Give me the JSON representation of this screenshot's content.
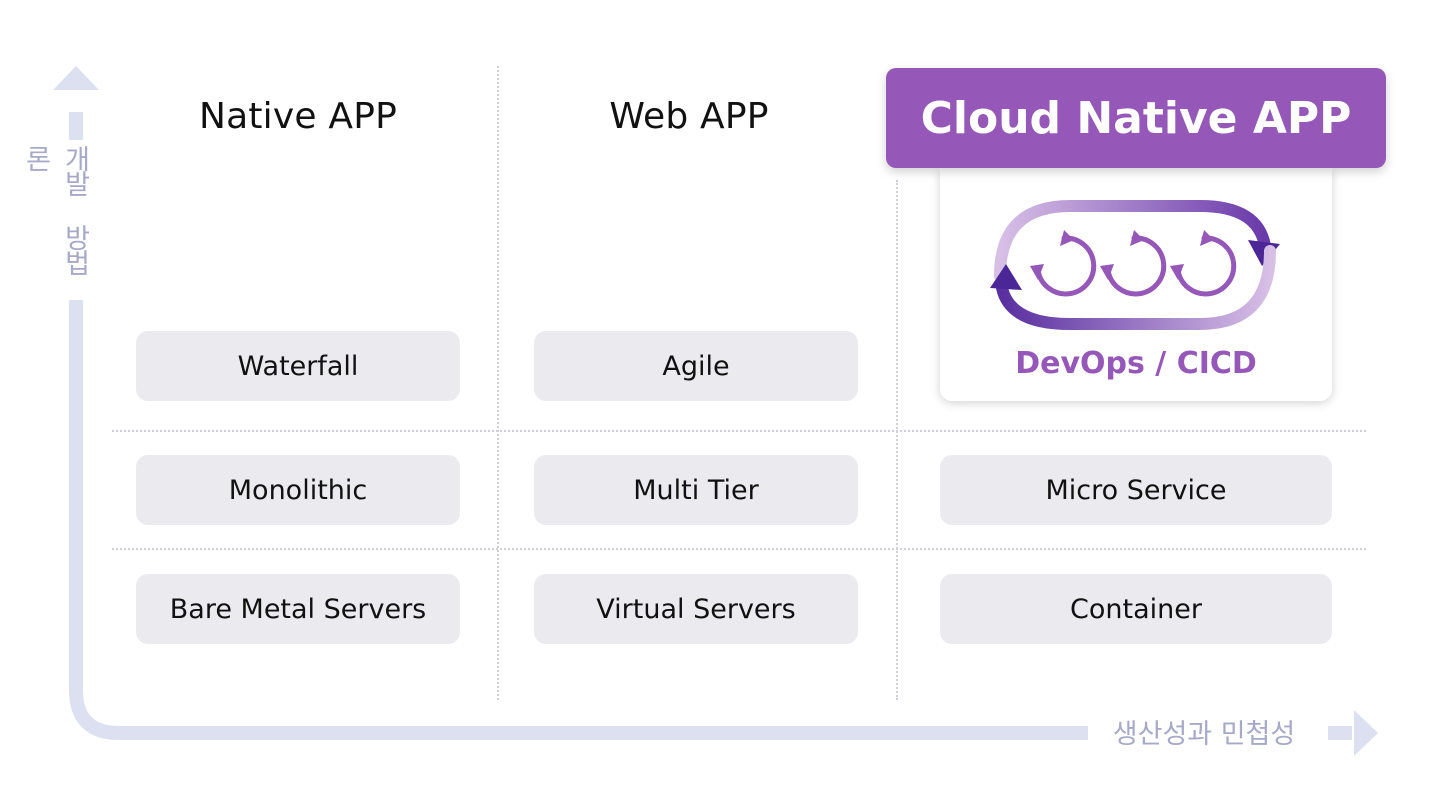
{
  "columns": [
    {
      "title": "Native APP"
    },
    {
      "title": "Web APP"
    },
    {
      "title": "Cloud Native APP"
    }
  ],
  "rows": {
    "methodology": [
      "Waterfall",
      "Agile",
      "DevOps / CICD"
    ],
    "architecture": [
      "Monolithic",
      "Multi Tier",
      "Micro Service"
    ],
    "infrastructure": [
      "Bare Metal Servers",
      "Virtual Servers",
      "Container"
    ]
  },
  "axes": {
    "y_label": "개발 방법론",
    "x_label": "생산성과 민첩성"
  },
  "colors": {
    "accent": "#9557b8",
    "axis": "#dde0f0",
    "axis_text": "#a7a9c8",
    "box": "#ebebef"
  },
  "icons": {
    "devops": "devops-cycle-icon"
  }
}
